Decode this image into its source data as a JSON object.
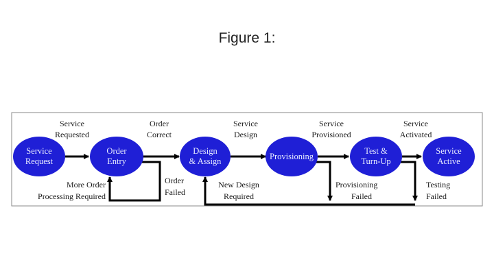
{
  "figure_title": "Figure 1:",
  "colors": {
    "node_fill": "#1f1fd6",
    "node_text": "#e8ecff",
    "arrow": "#000000",
    "frame": "#8a8a8a"
  },
  "nodes": {
    "service_request": [
      "Service",
      "Request"
    ],
    "order_entry": [
      "Order",
      "Entry"
    ],
    "design_assign": [
      "Design",
      "& Assign"
    ],
    "provisioning": [
      "Provisioning"
    ],
    "test_turnup": [
      "Test &",
      "Turn-Up"
    ],
    "service_active": [
      "Service",
      "Active"
    ]
  },
  "transitions": {
    "service_requested": [
      "Service",
      "Requested"
    ],
    "order_correct": [
      "Order",
      "Correct"
    ],
    "service_design": [
      "Service",
      "Design"
    ],
    "service_provisioned": [
      "Service",
      "Provisioned"
    ],
    "service_activated": [
      "Service",
      "Activated"
    ],
    "more_order_processing": [
      "More Order",
      "Processing Required"
    ],
    "order_failed": [
      "Order",
      "Failed"
    ],
    "new_design_required": [
      "New Design",
      "Required"
    ],
    "provisioning_failed": [
      "Provisioning",
      "Failed"
    ],
    "testing_failed": [
      "Testing",
      "Failed"
    ]
  }
}
